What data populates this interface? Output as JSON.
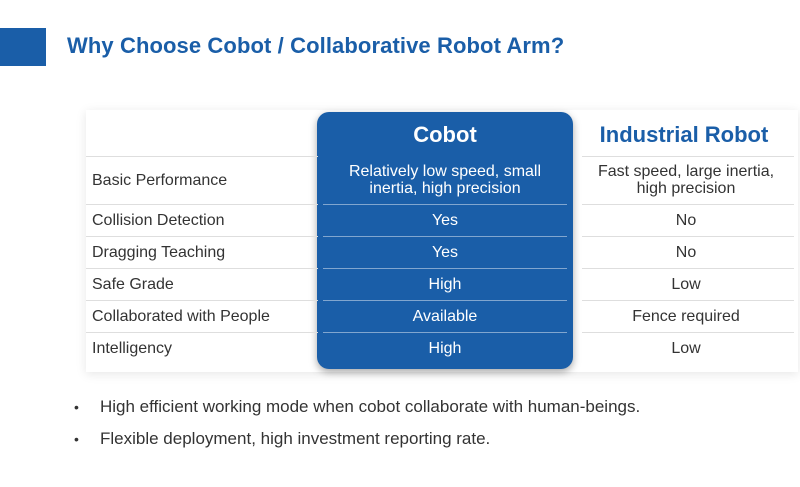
{
  "title": "Why Choose Cobot / Collaborative Robot Arm?",
  "table": {
    "headers": {
      "cobot": "Cobot",
      "industrial": "Industrial Robot"
    },
    "rows": [
      {
        "label": "Basic Performance",
        "cobot": "Relatively low speed, small inertia, high precision",
        "industrial": "Fast speed, large inertia, high precision"
      },
      {
        "label": "Collision Detection",
        "cobot": "Yes",
        "industrial": "No"
      },
      {
        "label": "Dragging Teaching",
        "cobot": "Yes",
        "industrial": "No"
      },
      {
        "label": "Safe Grade",
        "cobot": "High",
        "industrial": "Low"
      },
      {
        "label": "Collaborated with People",
        "cobot": "Available",
        "industrial": "Fence required"
      },
      {
        "label": "Intelligency",
        "cobot": "High",
        "industrial": "Low"
      }
    ]
  },
  "bullets": [
    "High efficient working mode when cobot collaborate with human-beings.",
    "Flexible deployment, high investment reporting rate."
  ],
  "bullet_marker": "•",
  "colors": {
    "accent": "#1a5ea8",
    "text": "#333333"
  }
}
